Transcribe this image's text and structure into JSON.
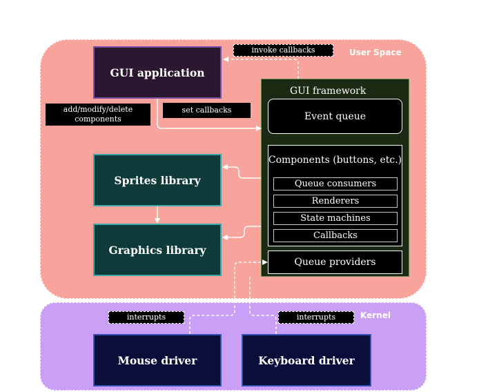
{
  "regions": {
    "user_space": "User Space",
    "kernel": "Kernel"
  },
  "boxes": {
    "gui_application": "GUI application",
    "sprites_library": "Sprites library",
    "graphics_library": "Graphics library",
    "mouse_driver": "Mouse driver",
    "keyboard_driver": "Keyboard driver"
  },
  "framework": {
    "title": "GUI framework",
    "event_queue": "Event queue",
    "components": "Components (buttons, etc.)",
    "component_items": [
      "Queue consumers",
      "Renderers",
      "State machines",
      "Callbacks"
    ],
    "queue_providers": "Queue providers"
  },
  "edge_labels": {
    "invoke_callbacks": "invoke callbacks",
    "add_modify_delete": "add/modify/delete components",
    "set_callbacks": "set callbacks",
    "interrupts_mouse": "interrupts",
    "interrupts_keyboard": "interrupts"
  },
  "colors": {
    "user_space_bg": "#f8a39b",
    "kernel_bg": "#c9a0f6",
    "gui_app_fill": "#2c1730",
    "gui_app_border": "#7b4fa8",
    "library_fill": "#0e3a3a",
    "library_border": "#3aa6a6",
    "framework_fill": "#1b2a12",
    "framework_border": "#6b8a52",
    "driver_fill": "#0a0f3a",
    "driver_border": "#3a52b8"
  }
}
